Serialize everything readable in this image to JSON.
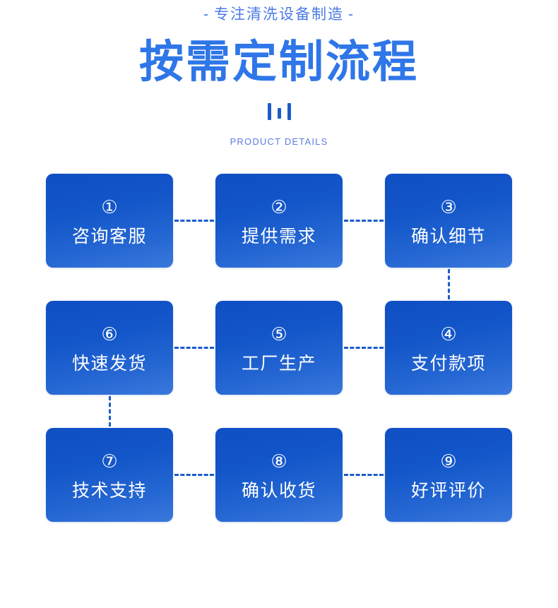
{
  "header": {
    "tagline": "专注清洗设备制造",
    "tagline_dash_left": "-",
    "tagline_dash_right": "-",
    "title": "按需定制流程",
    "subtitle": "PRODUCT DETAILS",
    "colors": {
      "tagline": "#4a7ae8",
      "title": "#2f76e8",
      "subtitle": "#5c7ce0",
      "deco_bar": "#1c5cc8"
    }
  },
  "flow": {
    "connector_color": "#1a5ccb",
    "card_gradient_start": "#0f4fc4",
    "card_gradient_end": "#3a78dc",
    "rows": [
      {
        "cards": [
          {
            "number": "①",
            "label": "咨询客服"
          },
          {
            "number": "②",
            "label": "提供需求"
          },
          {
            "number": "③",
            "label": "确认细节"
          }
        ]
      },
      {
        "cards": [
          {
            "number": "⑥",
            "label": "快速发货"
          },
          {
            "number": "⑤",
            "label": "工厂生产"
          },
          {
            "number": "④",
            "label": "支付款项"
          }
        ]
      },
      {
        "cards": [
          {
            "number": "⑦",
            "label": "技术支持"
          },
          {
            "number": "⑧",
            "label": "确认收货"
          },
          {
            "number": "⑨",
            "label": "好评评价"
          }
        ]
      }
    ]
  }
}
